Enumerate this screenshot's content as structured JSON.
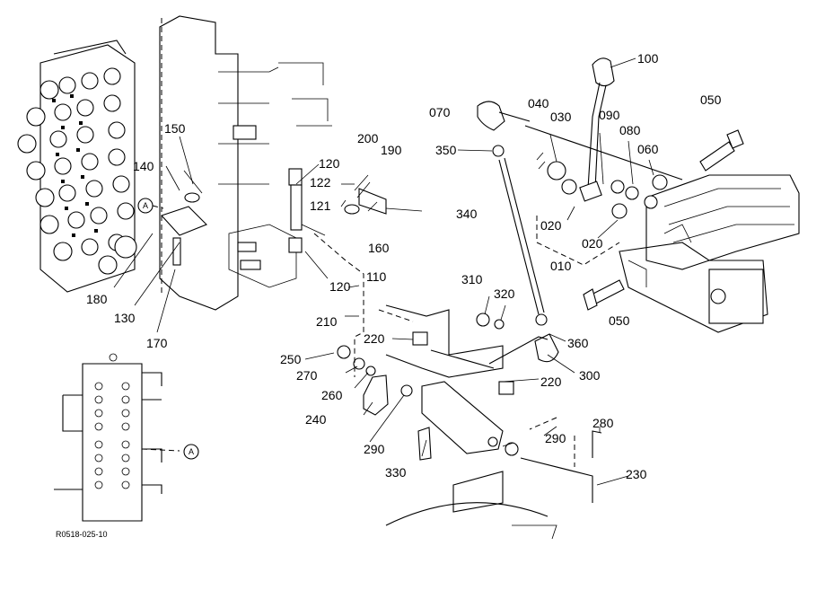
{
  "reference_code": "R0518-025-10",
  "callout_marker": "A",
  "part_labels": [
    "100",
    "050",
    "070",
    "040",
    "030",
    "090",
    "080",
    "060",
    "350",
    "340",
    "020",
    "020",
    "010",
    "050",
    "310",
    "320",
    "360",
    "300",
    "220",
    "220",
    "150",
    "140",
    "180",
    "130",
    "170",
    "120",
    "200",
    "190",
    "122",
    "121",
    "160",
    "120",
    "110",
    "210",
    "250",
    "270",
    "260",
    "240",
    "290",
    "290",
    "330",
    "280",
    "230"
  ]
}
